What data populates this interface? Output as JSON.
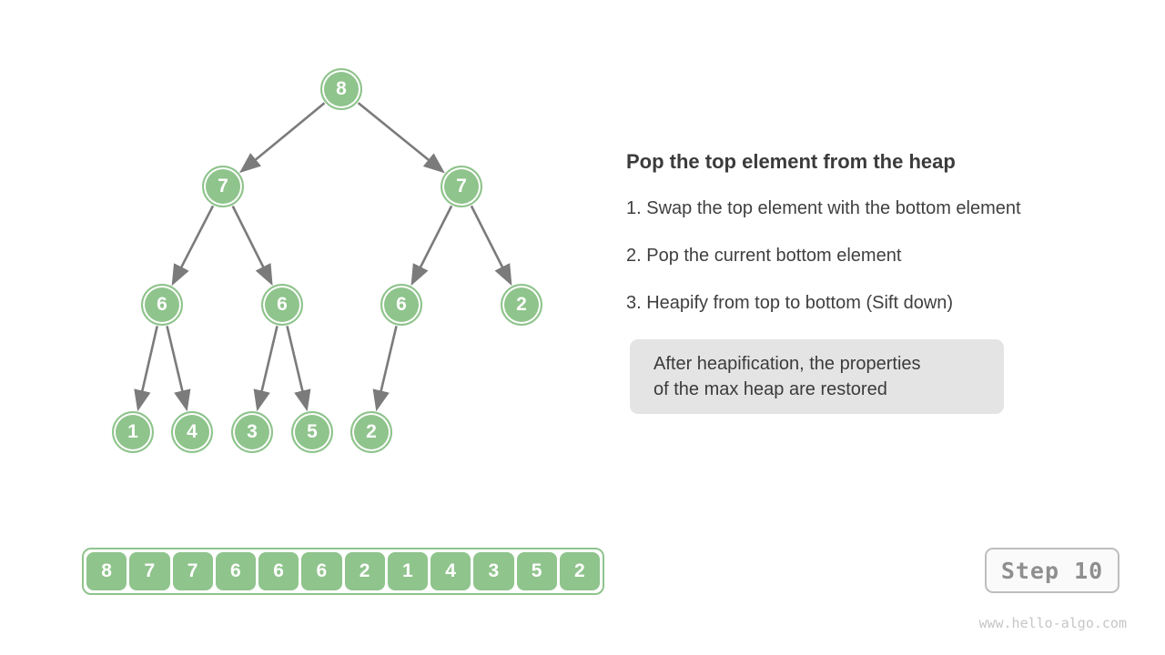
{
  "tree": {
    "node_values": [
      "8",
      "7",
      "7",
      "6",
      "6",
      "6",
      "2",
      "1",
      "4",
      "3",
      "5",
      "2"
    ],
    "edges": [
      [
        0,
        1
      ],
      [
        0,
        2
      ],
      [
        1,
        3
      ],
      [
        1,
        4
      ],
      [
        2,
        5
      ],
      [
        2,
        6
      ],
      [
        3,
        7
      ],
      [
        3,
        8
      ],
      [
        4,
        9
      ],
      [
        4,
        10
      ],
      [
        5,
        11
      ]
    ]
  },
  "array": {
    "values": [
      "8",
      "7",
      "7",
      "6",
      "6",
      "6",
      "2",
      "1",
      "4",
      "3",
      "5",
      "2"
    ]
  },
  "instructions": {
    "title": "Pop the top element from the heap",
    "items": [
      "1. Swap the top element with the bottom element",
      "2. Pop the current bottom element",
      "3. Heapify from top to bottom (Sift down)"
    ]
  },
  "note": {
    "lines": [
      "After heapification, the properties",
      "of the max heap are restored"
    ]
  },
  "step_badge": {
    "label": "Step 10"
  },
  "watermark": "www.hello-algo.com",
  "colors": {
    "node_green": "#8fc48c",
    "edge_gray": "#7b7b7b",
    "note_bg": "#e4e4e4",
    "text_dark": "#3b3b3b",
    "step_text": "#8f8f8f",
    "watermark_gray": "#c6c6c6"
  }
}
